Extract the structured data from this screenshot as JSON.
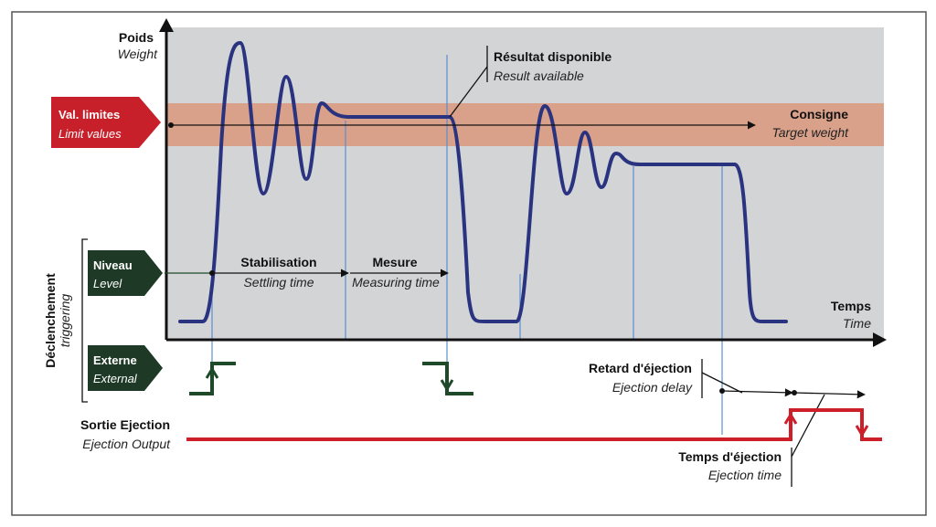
{
  "axes": {
    "y_label": "Poids",
    "y_label_en": "Weight",
    "x_label": "Temps",
    "x_label_en": "Time"
  },
  "tags": {
    "limits": {
      "label": "Val. limites",
      "label_en": "Limit values",
      "color": "#c8202a"
    },
    "level": {
      "label": "Niveau",
      "label_en": "Level",
      "color": "#1e3a26"
    },
    "external": {
      "label": "Externe",
      "label_en": "External",
      "color": "#1e3a26"
    }
  },
  "triggering": {
    "label": "Déclenchement",
    "label_en": "triggering"
  },
  "annotations": {
    "result": {
      "label": "Résultat disponible",
      "label_en": "Result available"
    },
    "target": {
      "label": "Consigne",
      "label_en": "Target weight"
    },
    "settling": {
      "label": "Stabilisation",
      "label_en": "Settling time"
    },
    "measure": {
      "label": "Mesure",
      "label_en": "Measuring time"
    },
    "ejection_delay": {
      "label": "Retard d'éjection",
      "label_en": "Ejection delay"
    },
    "ejection_time": {
      "label": "Temps d'éjection",
      "label_en": "Ejection time"
    },
    "ejection_output": {
      "label": "Sortie Ejection",
      "label_en": "Ejection Output"
    }
  },
  "colors": {
    "plot_bg": "#d2d4d6",
    "limit_band": "#d9a08a",
    "weight_curve": "#2a3380",
    "marker_lines": "#5b8fd1",
    "trigger_signal": "#1e4a2a",
    "ejection_signal": "#cc1f2a"
  }
}
